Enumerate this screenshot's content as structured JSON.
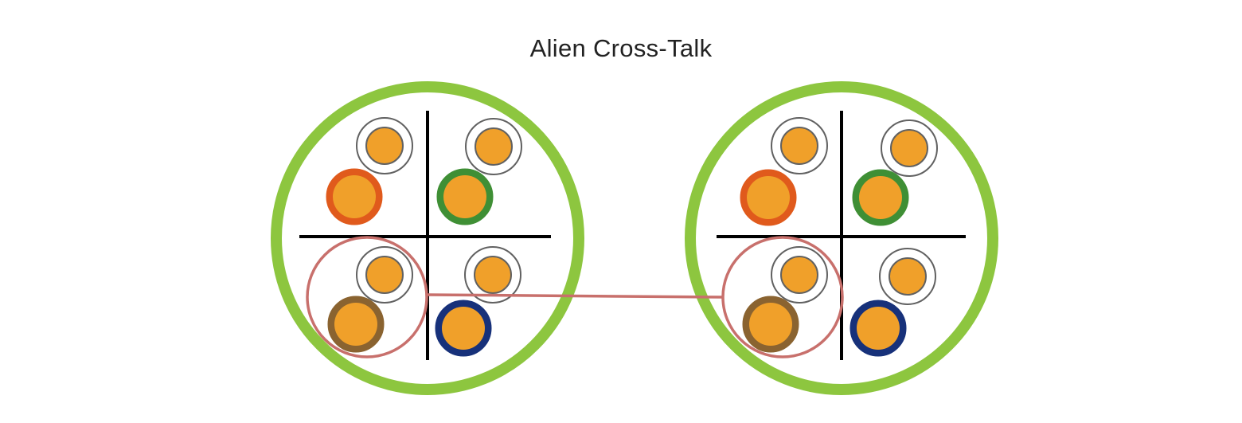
{
  "title": "Alien Cross-Talk",
  "colors": {
    "jacket": "#8dc63f",
    "divider": "#000000",
    "conductor": "#f0a02a",
    "conductor_outline": "#616161",
    "white_insulation_ring": "#616161",
    "crosstalk_highlight": "#c8706c"
  },
  "cables": [
    {
      "name": "left-cable",
      "pairs": [
        {
          "quadrant": "top-left",
          "stripe": "white",
          "solid": "orange",
          "solid_color": "#e05a1c"
        },
        {
          "quadrant": "top-right",
          "stripe": "white",
          "solid": "green",
          "solid_color": "#3f8f35"
        },
        {
          "quadrant": "bottom-left",
          "stripe": "white",
          "solid": "brown",
          "solid_color": "#8a6330"
        },
        {
          "quadrant": "bottom-right",
          "stripe": "white",
          "solid": "blue",
          "solid_color": "#17317a"
        }
      ]
    },
    {
      "name": "right-cable",
      "pairs": [
        {
          "quadrant": "top-left",
          "stripe": "white",
          "solid": "orange",
          "solid_color": "#e05a1c"
        },
        {
          "quadrant": "top-right",
          "stripe": "white",
          "solid": "green",
          "solid_color": "#3f8f35"
        },
        {
          "quadrant": "bottom-left",
          "stripe": "white",
          "solid": "brown",
          "solid_color": "#8a6330"
        },
        {
          "quadrant": "bottom-right",
          "stripe": "white",
          "solid": "blue",
          "solid_color": "#17317a"
        }
      ]
    }
  ],
  "crosstalk": {
    "from": "left-cable.bottom-left",
    "to": "right-cable.bottom-left"
  }
}
